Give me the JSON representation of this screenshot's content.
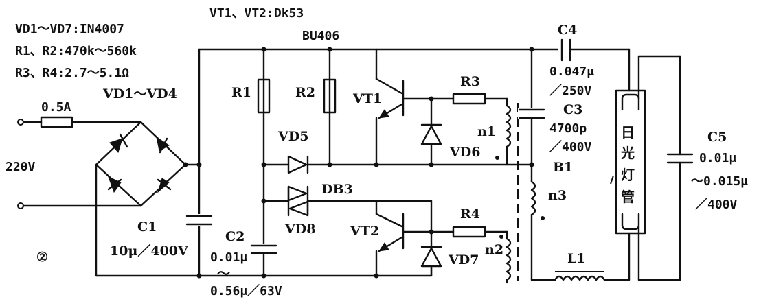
{
  "specs": {
    "line1": "VD1～VD7:IN4007",
    "line2": "R1、R2:470k～560k",
    "line3": "R3、R4:2.7～5.1Ω",
    "transistors_line1": "VT1、VT2:Dk53",
    "transistors_line2": "BU406"
  },
  "labels": {
    "fuse": "0.5A",
    "bridge": "VD1～VD4",
    "mains": "220V",
    "figure_number": "②",
    "c1_name": "C1",
    "c1_value": "10μ／400V",
    "c2_name": "C2",
    "c2_value1": "0.01μ",
    "c2_tilde": "～",
    "c2_value2": "0.56μ／63V",
    "r1": "R1",
    "r2": "R2",
    "r3": "R3",
    "r4": "R4",
    "vt1": "VT1",
    "vt2": "VT2",
    "vd5": "VD5",
    "vd6": "VD6",
    "vd7": "VD7",
    "vd8": "VD8",
    "db3": "DB3",
    "n1": "n1",
    "n2": "n2",
    "n3": "n3",
    "b1": "B1",
    "c4_name": "C4",
    "c4_value1": "0.047μ",
    "c4_value2": "／250V",
    "c3_name": "C3",
    "c3_value1": "4700p",
    "c3_value2": "／400V",
    "l1": "L1",
    "tube_char1": "日",
    "tube_char2": "光",
    "tube_char3": "灯",
    "tube_char4": "管",
    "c5_name": "C5",
    "c5_value1": "0.01μ",
    "c5_value2": "～0.015μ",
    "c5_value3": "／400V"
  }
}
